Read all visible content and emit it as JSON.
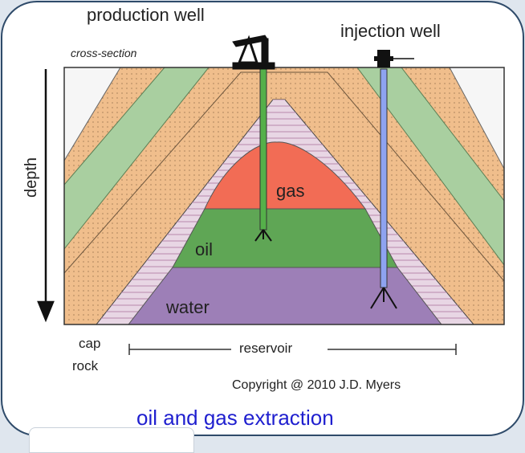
{
  "labels": {
    "production_well": "production well",
    "injection_well": "injection well",
    "cross_section": "cross-section",
    "depth": "depth",
    "gas": "gas",
    "oil": "oil",
    "water": "water",
    "cap": "cap",
    "rock": "rock",
    "reservoir": "reservoir",
    "copyright": "Copyright @ 2010 J.D. Myers",
    "caption": "oil and gas extraction"
  },
  "colors": {
    "gas": "#f26c55",
    "oil": "#5fa655",
    "water": "#9d7fb7",
    "reservoir_band": "#e8d6e4",
    "sandstone": "#f0be8c",
    "shale": "#a9cfa0",
    "conglomerate": "#f6f6f6",
    "production_pipe": "#55b04a",
    "injection_pipe": "#8ea3f0",
    "caption": "#1f1fcf",
    "frame_border": "#2f4b6a"
  }
}
